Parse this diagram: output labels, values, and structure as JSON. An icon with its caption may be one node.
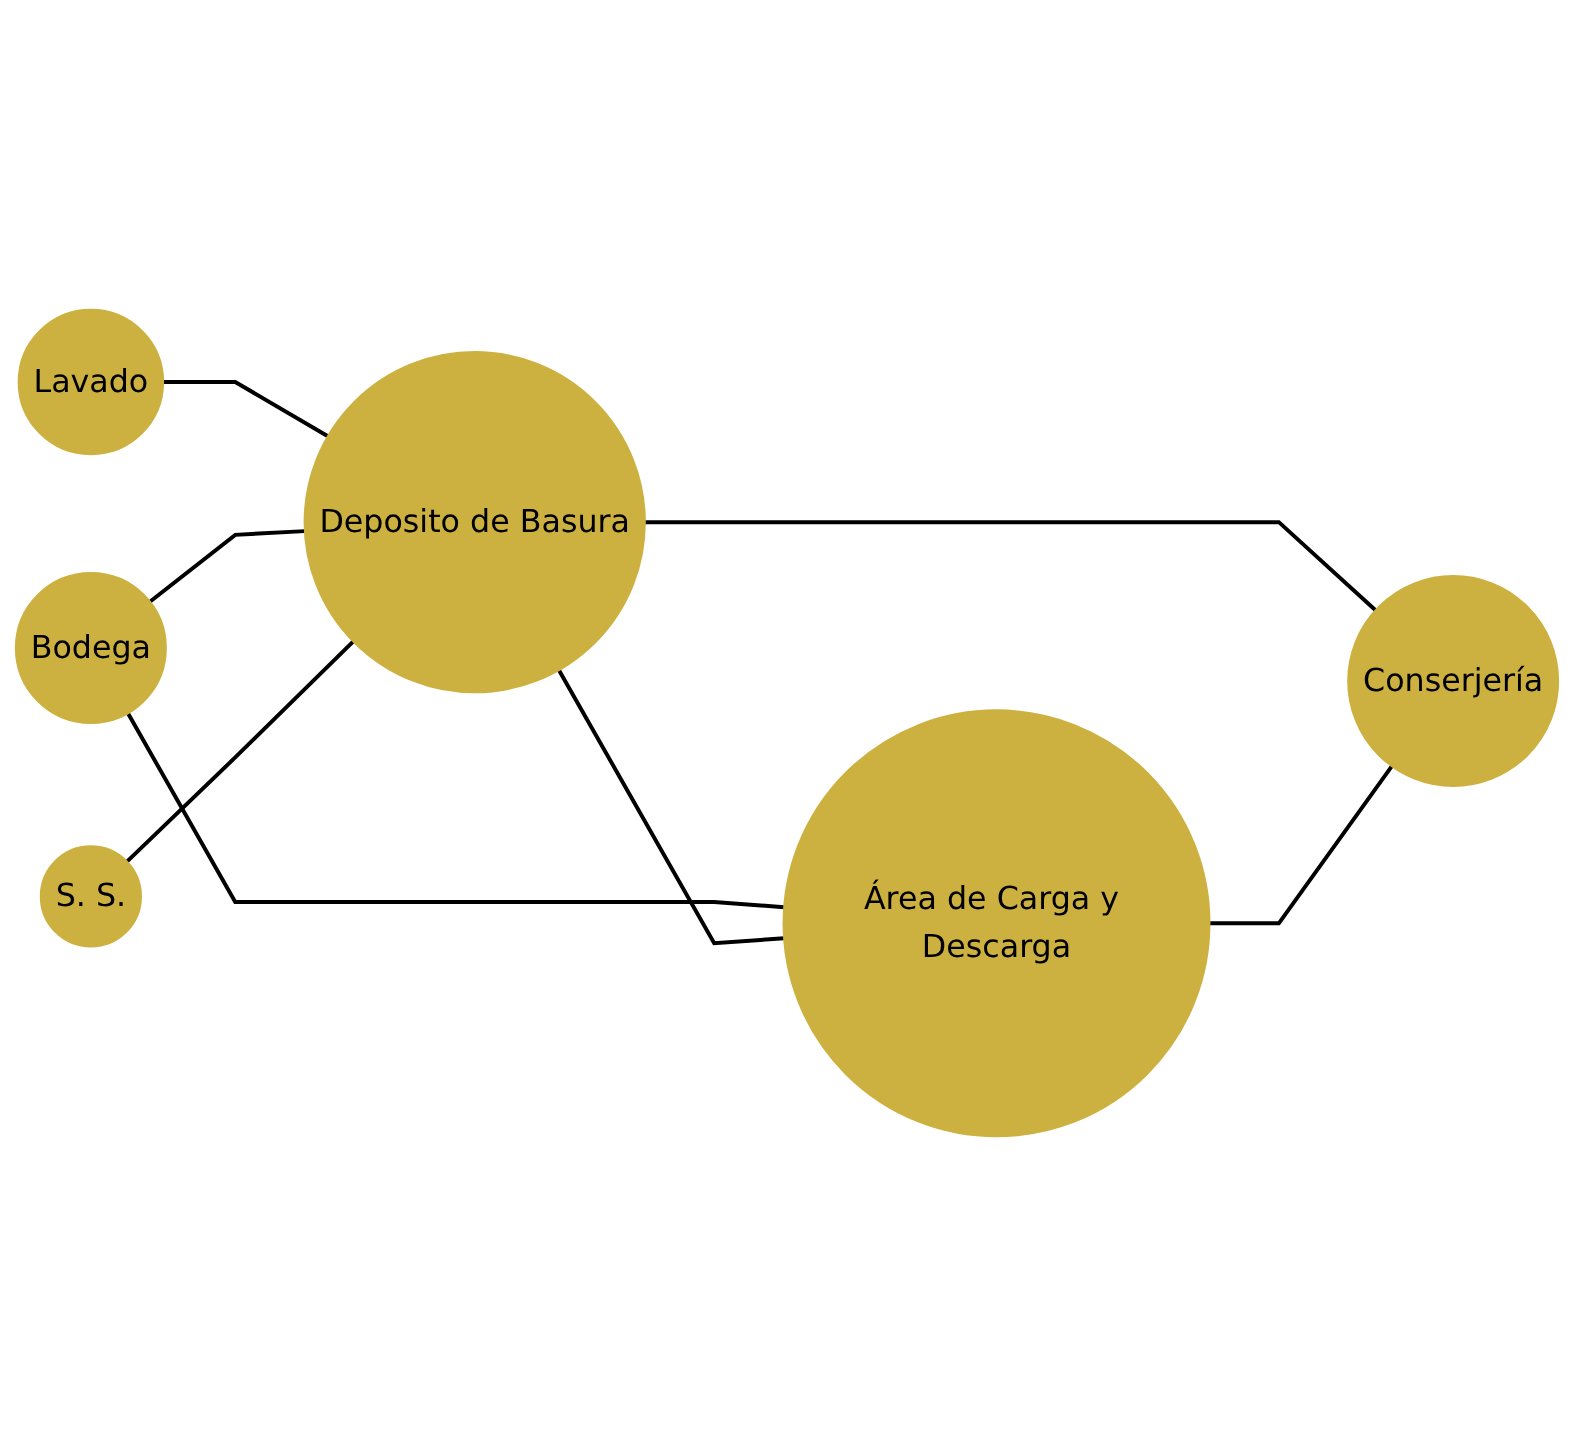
{
  "diagram": {
    "nodes": [
      {
        "text": [
          "Lavado"
        ]
      },
      {
        "text": [
          "Bodega"
        ]
      },
      {
        "text": [
          "S. S."
        ]
      },
      {
        "text": [
          "Deposito de Basura"
        ]
      },
      {
        "text": [
          "Área de Carga y Descarga"
        ]
      },
      {
        "text": [
          "Conserjería"
        ]
      }
    ],
    "edges": [
      {
        "from": 0,
        "to": 3,
        "arrow": "none"
      },
      {
        "from": 1,
        "to": 3,
        "arrow": "none"
      },
      {
        "from": 1,
        "to": 4,
        "arrow": "none"
      },
      {
        "from": 2,
        "to": 3,
        "arrow": "none"
      },
      {
        "from": 3,
        "to": 4,
        "arrow": "none"
      },
      {
        "from": 3,
        "to": 5,
        "arrow": "none"
      },
      {
        "from": 4,
        "to": 5,
        "arrow": "none"
      }
    ]
  }
}
